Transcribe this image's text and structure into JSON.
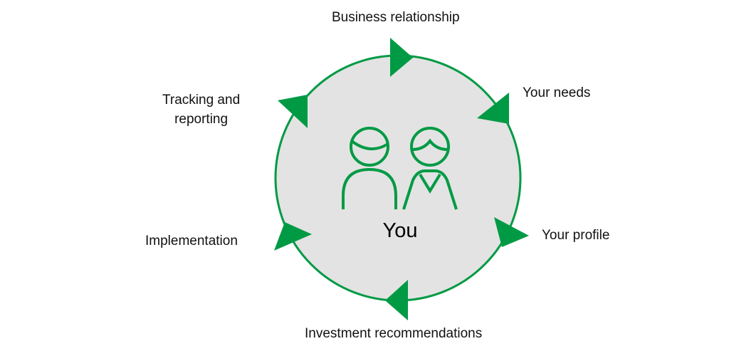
{
  "colors": {
    "accent": "#009a44",
    "fill": "#e3e3e3"
  },
  "center_label": "You",
  "icon": "two-people-icon",
  "steps": [
    {
      "label": "Business relationship"
    },
    {
      "label": "Your needs"
    },
    {
      "label": "Your profile"
    },
    {
      "label": "Investment recommendations"
    },
    {
      "label": "Implementation"
    },
    {
      "label": "Tracking and reporting",
      "line1": "Tracking and",
      "line2": "reporting"
    }
  ]
}
